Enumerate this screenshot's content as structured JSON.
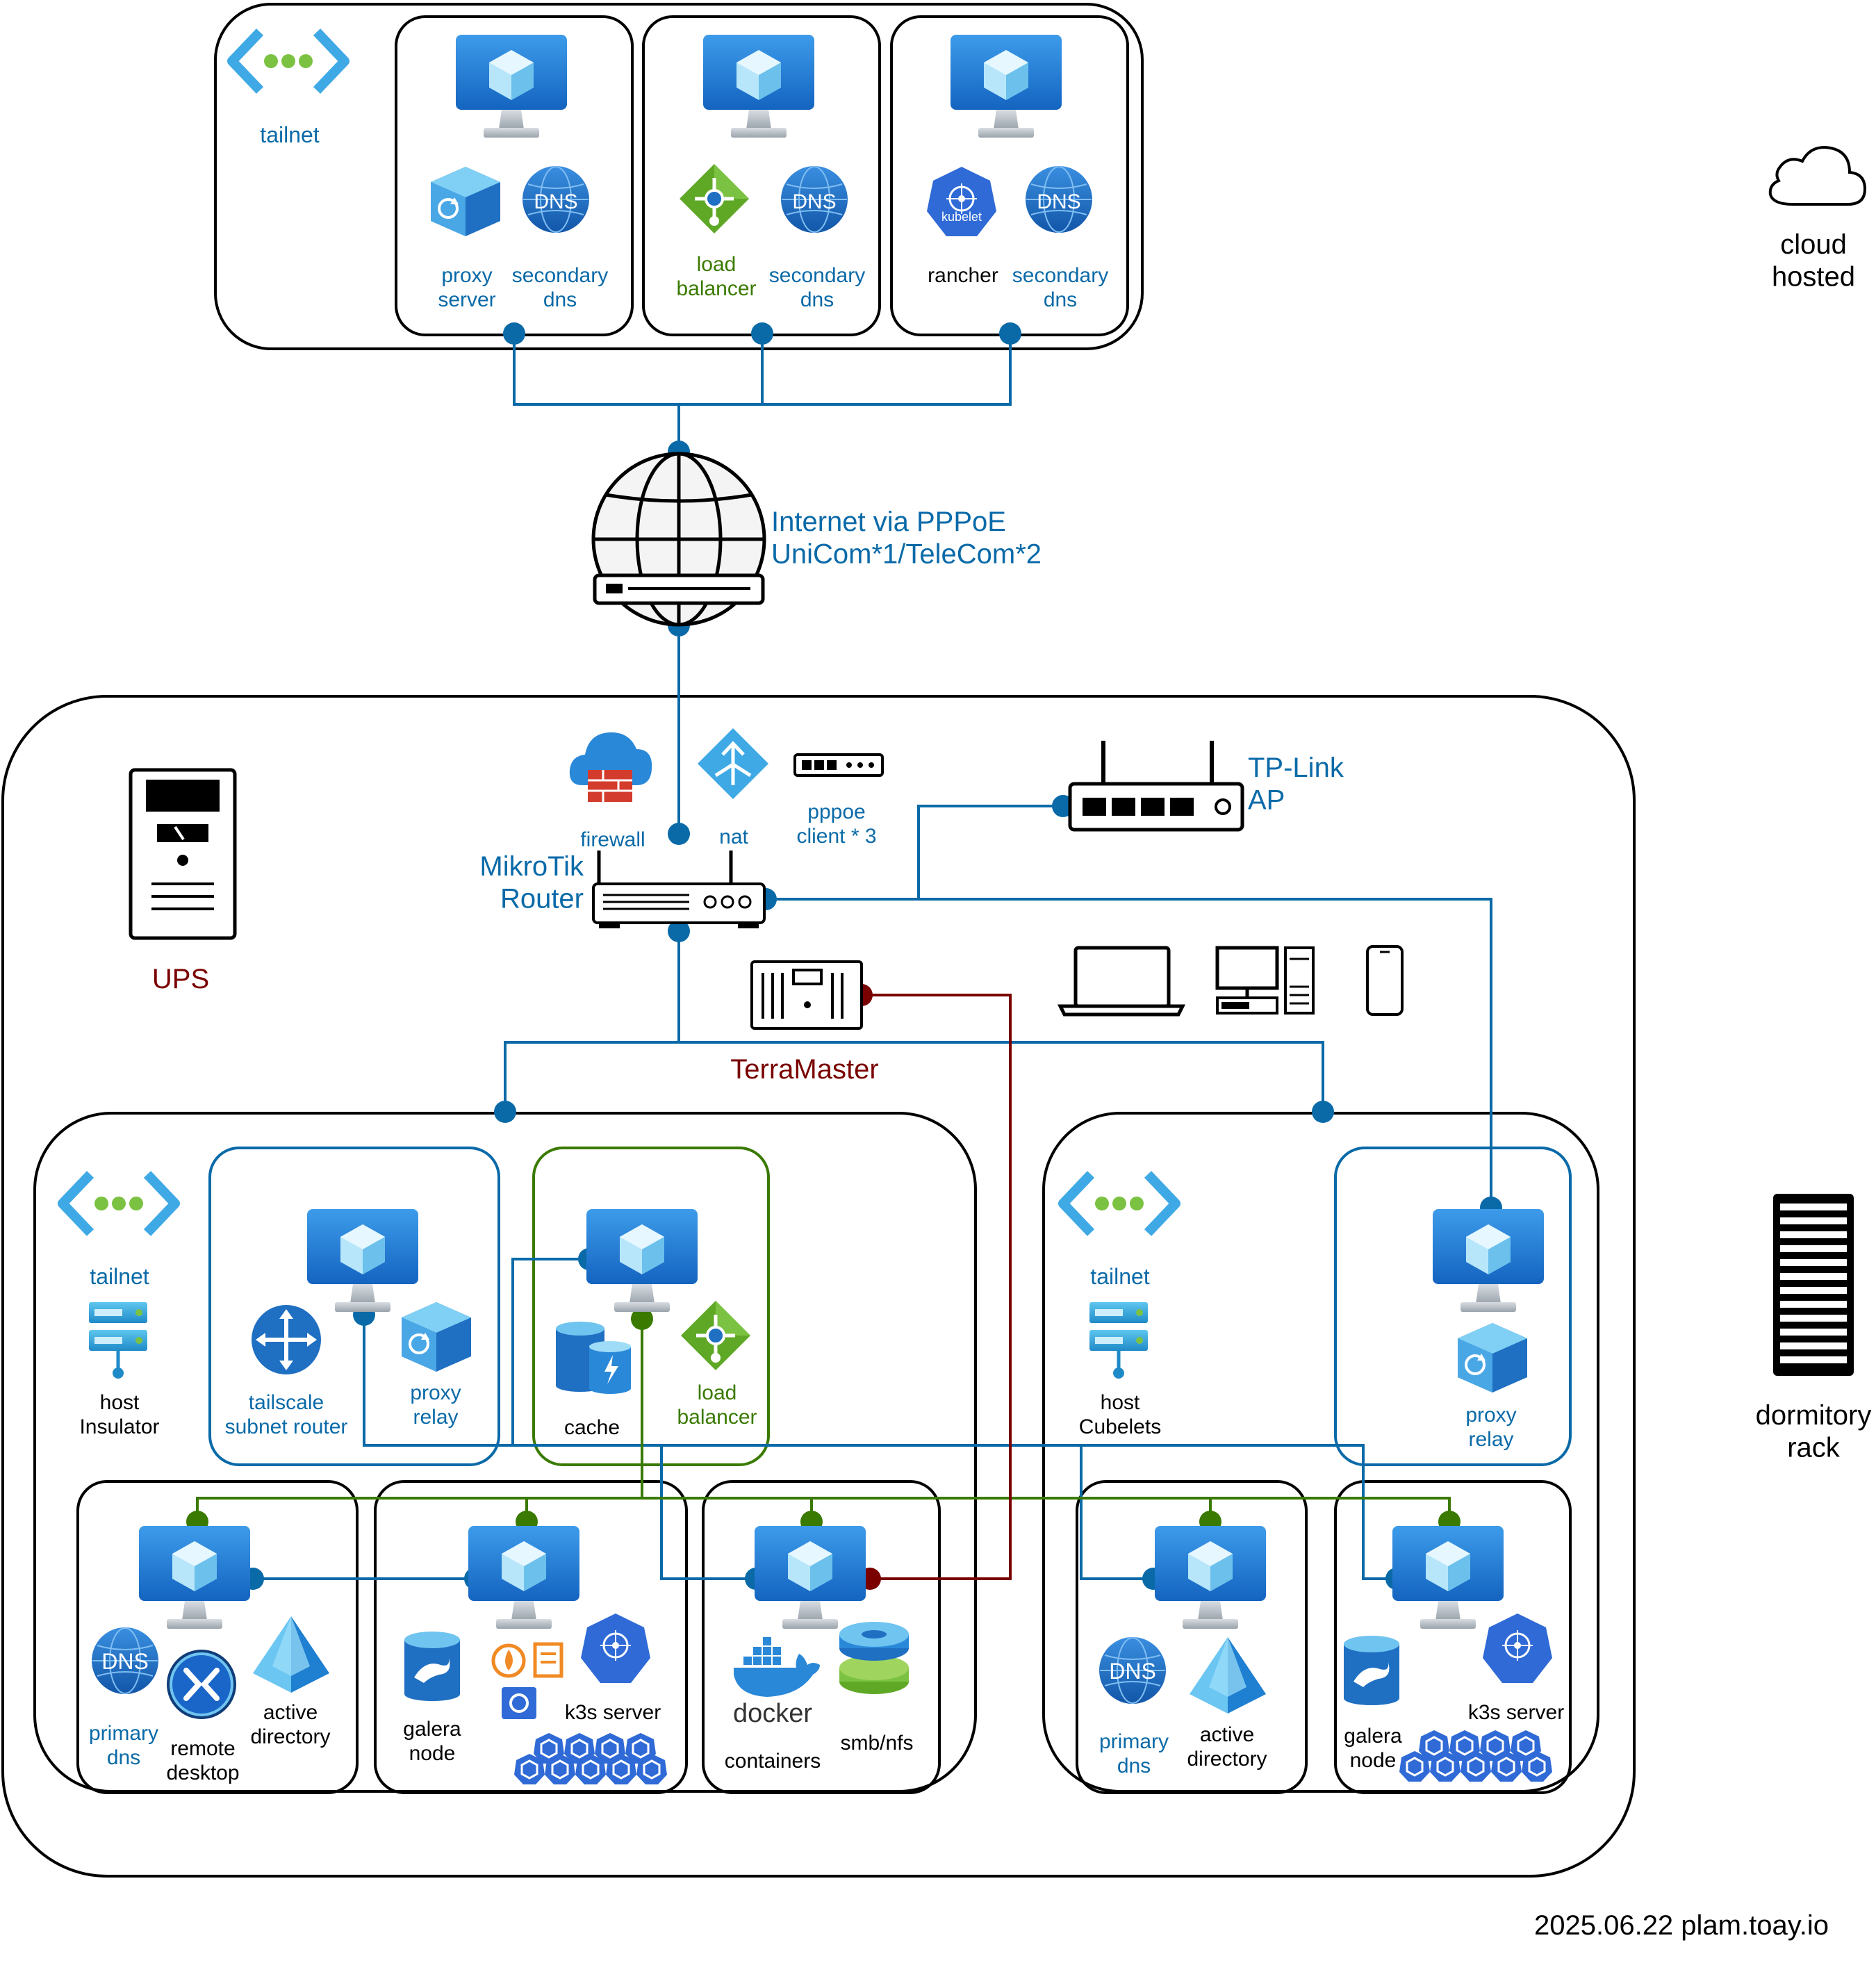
{
  "colors": {
    "network_blue": "#0a6aa8",
    "cluster_green": "#3a7a00",
    "storage_maroon": "#7a0000",
    "vm_blue": "#1a73c8"
  },
  "cloud": {
    "tailnet_label": "tailnet",
    "vm1": {
      "left_label": "proxy\nserver",
      "right_label": "secondary\ndns"
    },
    "vm2": {
      "left_label": "load\nbalancer",
      "right_label": "secondary\ndns"
    },
    "vm3": {
      "left_label": "rancher",
      "right_label": "secondary\ndns"
    },
    "legend": "cloud\nhosted",
    "icons": {
      "dns_text": "DNS",
      "kubelet_text": "kubelet"
    }
  },
  "internet": {
    "label": "Internet via PPPoE\nUniCom*1/TeleCom*2"
  },
  "dorm": {
    "ups_label": "UPS",
    "firewall_label": "firewall",
    "nat_label": "nat",
    "pppoe_label": "pppoe\nclient * 3",
    "router_label": "MikroTik\nRouter",
    "ap_label": "TP-Link\nAP",
    "nas_label": "TerraMaster",
    "legend": "dormitory\nrack"
  },
  "host_left": {
    "tailnet_label": "tailnet",
    "host_label": "host\nInsulator",
    "vm_router": {
      "left_label": "tailscale\nsubnet router",
      "right_label": "proxy\nrelay"
    },
    "vm_cache": {
      "left_label": "cache",
      "right_label": "load\nbalancer"
    },
    "vm_dns": {
      "label1": "primary\ndns",
      "label2": "remote\ndesktop",
      "label3": "active\ndirectory"
    },
    "vm_k3s": {
      "label1": "galera\nnode",
      "label2": "k3s server"
    },
    "vm_storage": {
      "label1": "containers",
      "label2": "smb/nfs",
      "docker_text": "docker"
    }
  },
  "host_right": {
    "tailnet_label": "tailnet",
    "host_label": "host\nCubelets",
    "vm_relay": {
      "label": "proxy\nrelay"
    },
    "vm_dns": {
      "label1": "primary\ndns",
      "label2": "active\ndirectory"
    },
    "vm_k3s": {
      "label1": "galera\nnode",
      "label2": "k3s server"
    }
  },
  "footer": "2025.06.22 plam.toay.io"
}
